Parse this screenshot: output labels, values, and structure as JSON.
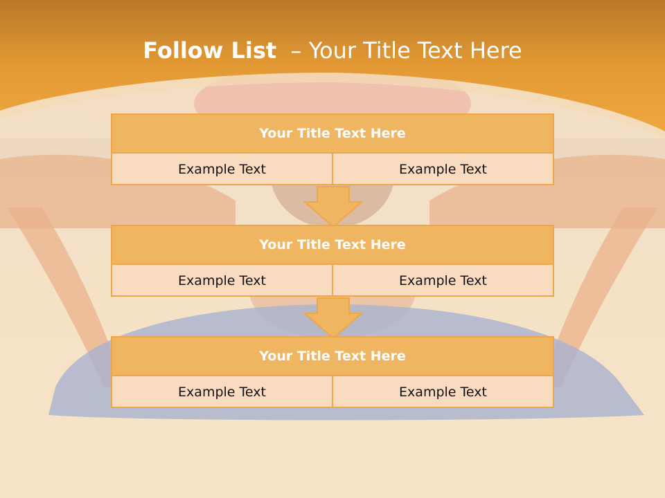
{
  "slide": {
    "title_bold": "Follow List",
    "title_rest": "  – Your Title Text Here"
  },
  "flow": [
    {
      "title": "Your Title Text Here",
      "left": "Example Text",
      "right": "Example Text"
    },
    {
      "title": "Your Title Text Here",
      "left": "Example Text",
      "right": "Example Text"
    },
    {
      "title": "Your Title Text Here",
      "left": "Example Text",
      "right": "Example Text"
    }
  ],
  "colors": {
    "header_orange": "#e79d31",
    "box_border": "#eea64a",
    "box_title_fill": "#efb561",
    "box_cell_fill": "#f9dcc0"
  }
}
